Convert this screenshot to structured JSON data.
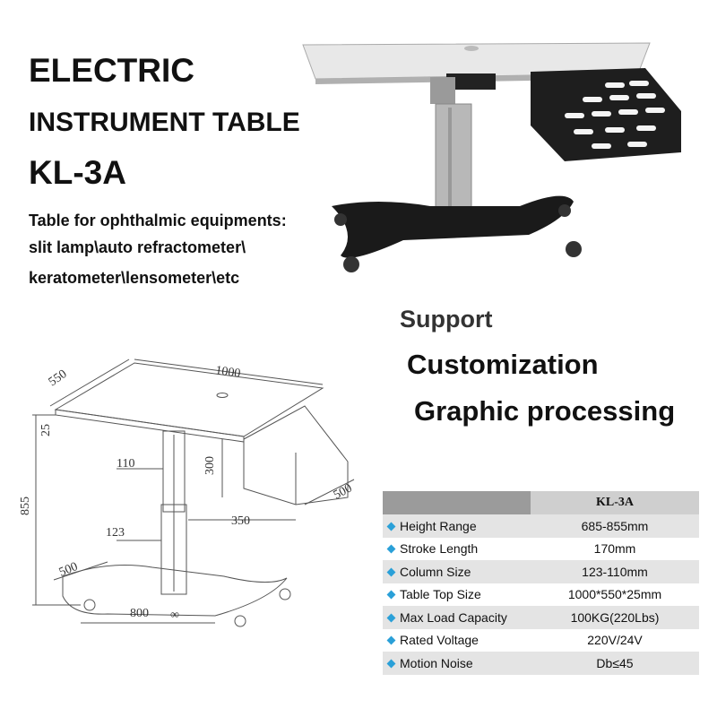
{
  "title": {
    "line1": "ELECTRIC",
    "line2": "INSTRUMENT TABLE",
    "line3": "KL-3A"
  },
  "description": {
    "line1": "Table for ophthalmic equipments:",
    "line2": "slit lamp\\auto refractometer\\",
    "line3": "keratometer\\lensometer\\etc"
  },
  "support": {
    "line1": "Support",
    "line2": "Customization",
    "line3": "Graphic processing"
  },
  "drawing_dimensions": {
    "top_width": "1000",
    "top_depth": "550",
    "top_thickness": "25",
    "column_top": "110",
    "column_gap": "300",
    "total_height": "855",
    "box_width": "350",
    "box_depth": "500",
    "column_bottom": "123",
    "base_depth": "500",
    "base_width": "800",
    "base_mark": "∞"
  },
  "specs": {
    "header_right": "KL-3A",
    "accent_color": "#2aa0d8",
    "rows": [
      {
        "label": "Height Range",
        "value": "685-855mm"
      },
      {
        "label": "Stroke Length",
        "value": "170mm"
      },
      {
        "label": "Column Size",
        "value": "123-110mm"
      },
      {
        "label": "Table Top Size",
        "value": "1000*550*25mm"
      },
      {
        "label": "Max Load Capacity",
        "value": "100KG(220Lbs)"
      },
      {
        "label": "Rated Voltage",
        "value": "220V/24V"
      },
      {
        "label": "Motion Noise",
        "value": "Db≤45"
      }
    ]
  }
}
